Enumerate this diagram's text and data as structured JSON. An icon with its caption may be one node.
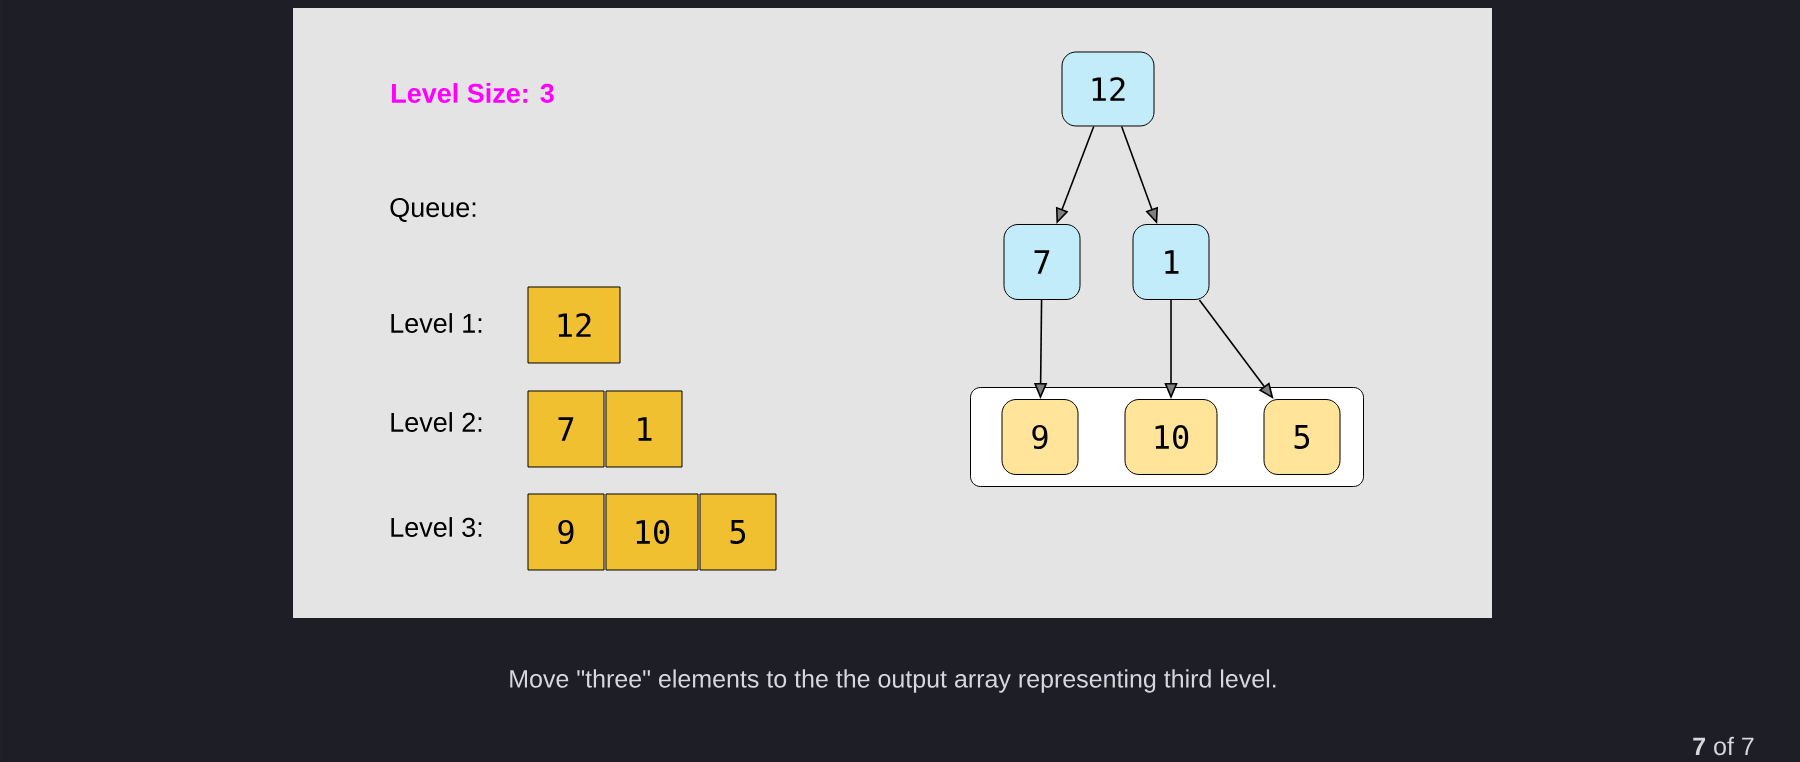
{
  "diagram": {
    "caption": "Move \"three\" elements to the the output array representing third level.",
    "nodes": [
      {
        "text": [
          "12"
        ]
      },
      {
        "text": [
          "7"
        ]
      },
      {
        "text": [
          "1"
        ]
      },
      {
        "text": [],
        "shape": "box"
      },
      {
        "text": [
          "9"
        ],
        "in": 3
      },
      {
        "text": [
          "10"
        ],
        "in": 3
      },
      {
        "text": [
          "5"
        ],
        "in": 3
      },
      {
        "text": [
          "12"
        ]
      },
      {
        "text": [
          "7"
        ]
      },
      {
        "text": [
          "1"
        ]
      },
      {
        "text": [
          "9"
        ]
      },
      {
        "text": [
          "10"
        ]
      },
      {
        "text": [
          "5"
        ]
      }
    ],
    "edges": [
      {
        "from": 0,
        "to": 1,
        "arrow": "to"
      },
      {
        "from": 0,
        "to": 2,
        "arrow": "to"
      },
      {
        "from": 1,
        "to": 4,
        "arrow": "to"
      },
      {
        "from": 2,
        "to": 5,
        "arrow": "to"
      },
      {
        "from": 2,
        "to": 6,
        "arrow": "to"
      }
    ],
    "labels": [
      "Level Size: 3",
      "Queue:",
      "Level 1:",
      "Level 2:",
      "Level 3:",
      "**7** of 7"
    ]
  }
}
